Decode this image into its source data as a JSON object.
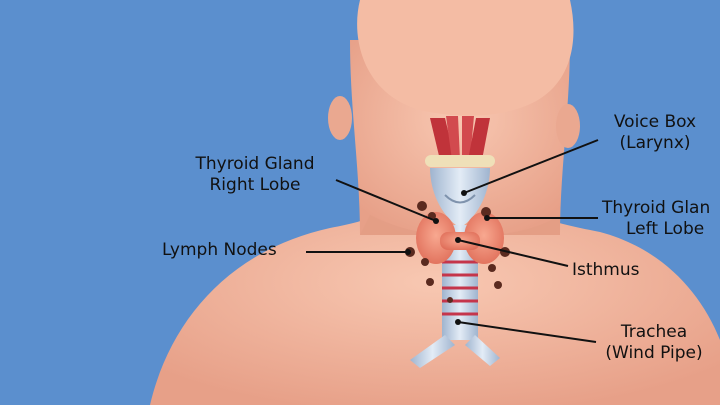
{
  "labels": {
    "voice_box": "Voice Box",
    "voice_box_sub": "(Larynx)",
    "thyroid_right_1": "Thyroid Gland",
    "thyroid_right_2": "Right Lobe",
    "thyroid_left_1": "Thyroid Glan",
    "thyroid_left_2": "Left Lobe",
    "lymph_nodes": "Lymph Nodes",
    "isthmus": "Isthmus",
    "trachea": "Trachea",
    "trachea_sub": "(Wind Pipe)"
  },
  "colors": {
    "background": "#5b8fce",
    "skin": "#f2b69e",
    "skin_shadow": "#e39d85",
    "thyroid": "#f0917a",
    "trachea": "#c9d8ea",
    "muscle": "#c0333a",
    "lymph_node": "#5a2a1f"
  }
}
